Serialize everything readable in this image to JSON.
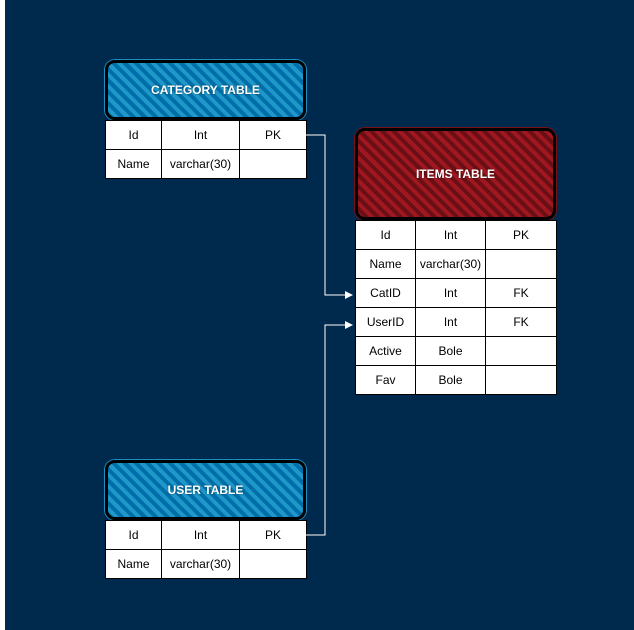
{
  "colors": {
    "background": "#002a4d",
    "category_header": "#1e97c9",
    "items_header": "#a0171f",
    "connector": "#ffffff"
  },
  "tables": {
    "category": {
      "title": "CATEGORY TABLE",
      "rows": [
        [
          "Id",
          "Int",
          "PK"
        ],
        [
          "Name",
          "varchar(30)",
          ""
        ]
      ]
    },
    "items": {
      "title": "ITEMS TABLE",
      "rows": [
        [
          "Id",
          "Int",
          "PK"
        ],
        [
          "Name",
          "varchar(30)",
          ""
        ],
        [
          "CatID",
          "Int",
          "FK"
        ],
        [
          "UserID",
          "Int",
          "FK"
        ],
        [
          "Active",
          "Bole",
          ""
        ],
        [
          "Fav",
          "Bole",
          ""
        ]
      ]
    },
    "user": {
      "title": "USER TABLE",
      "rows": [
        [
          "Id",
          "Int",
          "PK"
        ],
        [
          "Name",
          "varchar(30)",
          ""
        ]
      ]
    }
  },
  "relations": [
    {
      "from": "category.Id",
      "to": "items.CatID"
    },
    {
      "from": "user.Id",
      "to": "items.UserID"
    }
  ]
}
